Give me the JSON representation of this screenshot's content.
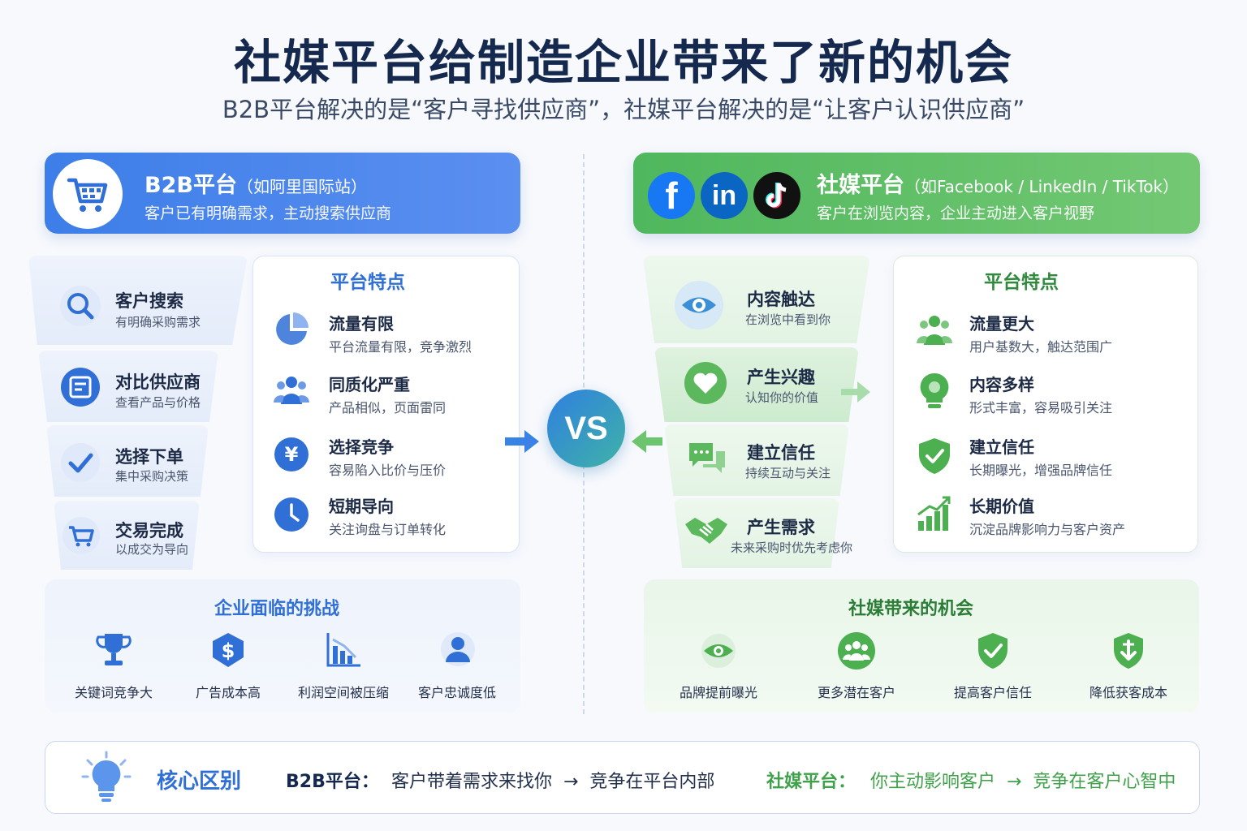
{
  "title": "社媒平台给制造企业带来了新的机会",
  "subtitle": "B2B平台解决的是“客户寻找供应商”，社媒平台解决的是“让客户认识供应商”",
  "b2b": {
    "title": "B2B平台",
    "title_note": "（如阿里国际站）",
    "subtitle": "客户已有明确需求，主动搜索供应商",
    "funnel": [
      {
        "title": "客户搜索",
        "desc": "有明确采购需求"
      },
      {
        "title": "对比供应商",
        "desc": "查看产品与价格"
      },
      {
        "title": "选择下单",
        "desc": "集中采购决策"
      },
      {
        "title": "交易完成",
        "desc": "以成交为导向"
      }
    ],
    "features_title": "平台特点",
    "features": [
      {
        "title": "流量有限",
        "desc": "平台流量有限，竞争激烈"
      },
      {
        "title": "同质化严重",
        "desc": "产品相似，页面雷同"
      },
      {
        "title": "选择竞争",
        "desc": "容易陷入比价与压价"
      },
      {
        "title": "短期导向",
        "desc": "关注询盘与订单转化"
      }
    ],
    "challenges_title": "企业面临的挑战",
    "challenges": [
      "关键词竞争大",
      "广告成本高",
      "利润空间被压缩",
      "客户忠诚度低"
    ]
  },
  "social": {
    "title": "社媒平台",
    "title_note": "（如Facebook / LinkedIn / TikTok）",
    "subtitle": "客户在浏览内容，企业主动进入客户视野",
    "funnel": [
      {
        "title": "内容触达",
        "desc": "在浏览中看到你"
      },
      {
        "title": "产生兴趣",
        "desc": "认知你的价值"
      },
      {
        "title": "建立信任",
        "desc": "持续互动与关注"
      },
      {
        "title": "产生需求",
        "desc": "未来采购时优先考虑你"
      }
    ],
    "features_title": "平台特点",
    "features": [
      {
        "title": "流量更大",
        "desc": "用户基数大，触达范围广"
      },
      {
        "title": "内容多样",
        "desc": "形式丰富，容易吸引关注"
      },
      {
        "title": "建立信任",
        "desc": "长期曝光，增强品牌信任"
      },
      {
        "title": "长期价值",
        "desc": "沉淀品牌影响力与客户资产"
      }
    ],
    "opportunities_title": "社媒带来的机会",
    "opportunities": [
      "品牌提前曝光",
      "更多潜在客户",
      "提高客户信任",
      "降低获客成本"
    ]
  },
  "vs_label": "VS",
  "core": {
    "label": "核心区别",
    "b2b_label": "B2B平台：",
    "b2b_text": "客户带着需求来找你  →  竞争在平台内部",
    "social_label": "社媒平台：",
    "social_text": "你主动影响客户  →  竞争在客户心智中"
  },
  "colors": {
    "blue": "#2f6fd6",
    "green": "#3fa24a",
    "navy": "#15294f"
  }
}
